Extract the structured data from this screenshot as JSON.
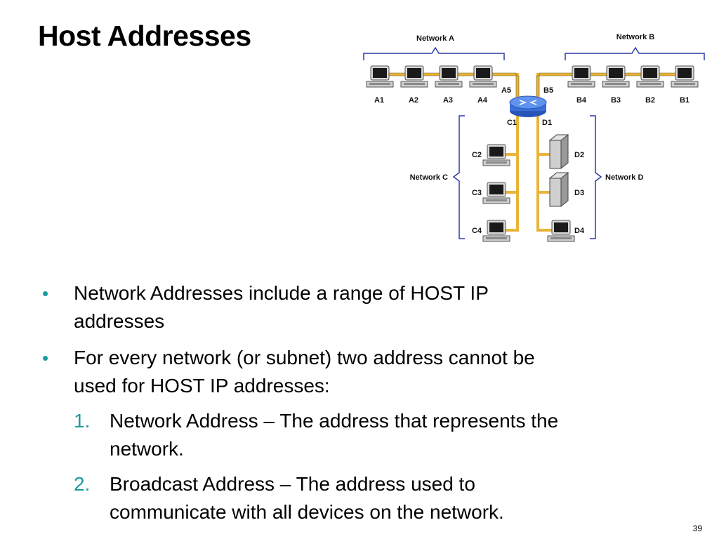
{
  "slide": {
    "title": "Host Addresses",
    "number": "39"
  },
  "diagram": {
    "networks": {
      "a": "Network A",
      "b": "Network B",
      "c": "Network C",
      "d": "Network D"
    },
    "ports": {
      "a5": "A5",
      "b5": "B5",
      "c1": "C1",
      "d1": "D1"
    },
    "hosts": {
      "a1": "A1",
      "a2": "A2",
      "a3": "A3",
      "a4": "A4",
      "b4": "B4",
      "b3": "B3",
      "b2": "B2",
      "b1": "B1",
      "c2": "C2",
      "c3": "C3",
      "c4": "C4",
      "d2": "D2",
      "d3": "D3",
      "d4": "D4"
    },
    "colors": {
      "bracket": "#2b3aa8",
      "cable": "#e8b43a",
      "router": "#3a6fd8"
    }
  },
  "bullets": [
    {
      "text_line1": "Network Addresses include a range of HOST IP",
      "text_line2": "addresses"
    },
    {
      "text_line1": "For every network (or subnet) two address cannot be",
      "text_line2": "used for HOST IP addresses:"
    }
  ],
  "subitems": [
    {
      "number": "1.",
      "text_line1": "Network Address – The address that represents the",
      "text_line2": "network."
    },
    {
      "number": "2.",
      "text_line1": "Broadcast Address – The address used to",
      "text_line2": "communicate with all devices on the network."
    }
  ],
  "bullet_symbol": "•"
}
